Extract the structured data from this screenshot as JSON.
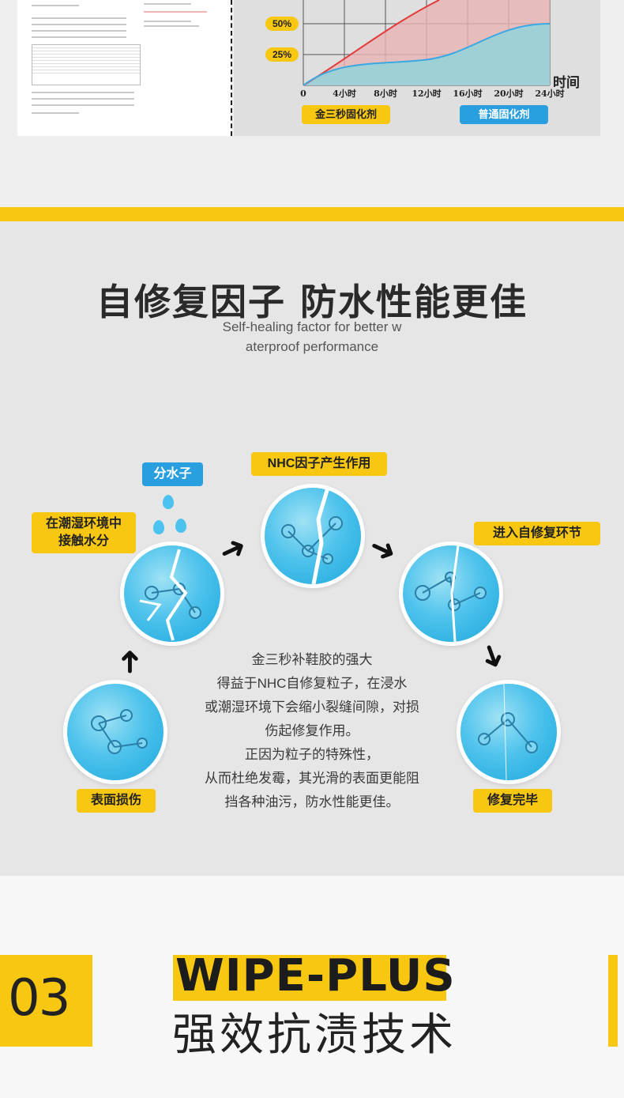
{
  "top": {
    "y_labels": [
      "50%",
      "25%"
    ],
    "x_ticks": [
      "0",
      "4小时",
      "8小时",
      "12小时",
      "16小时",
      "20小时",
      "24小时"
    ],
    "x_axis_label": "时间",
    "legend_left": "金三秒固化剂",
    "legend_right": "普通固化剂",
    "colors": {
      "yellow": "#f7c711",
      "red_line": "#e23b3b",
      "blue_line": "#3aa8e2"
    }
  },
  "section": {
    "title": "自修复因子  防水性能更佳",
    "subtitle_line1": "Self-healing factor for better w",
    "subtitle_line2": "aterproof performance"
  },
  "steps": {
    "water": "分水子",
    "contact_line1": "在潮湿环境中",
    "contact_line2": "接触水分",
    "nhc": "NHC因子产生作用",
    "enter": "进入自修复环节",
    "damage": "表面损伤",
    "done": "修复完毕"
  },
  "body": [
    "金三秒补鞋胶的强大",
    "得益于NHC自修复粒子，在浸水",
    "或潮湿环境下会缩小裂缝间隙，对损",
    "伤起修复作用。",
    "正因为粒子的特殊性，",
    "从而杜绝发霉，其光滑的表面更能阻",
    "挡各种油污，防水性能更佳。"
  ],
  "feature": {
    "number": "03",
    "name": "WIPE-PLUS",
    "cn_name": "强效抗渍技术"
  }
}
